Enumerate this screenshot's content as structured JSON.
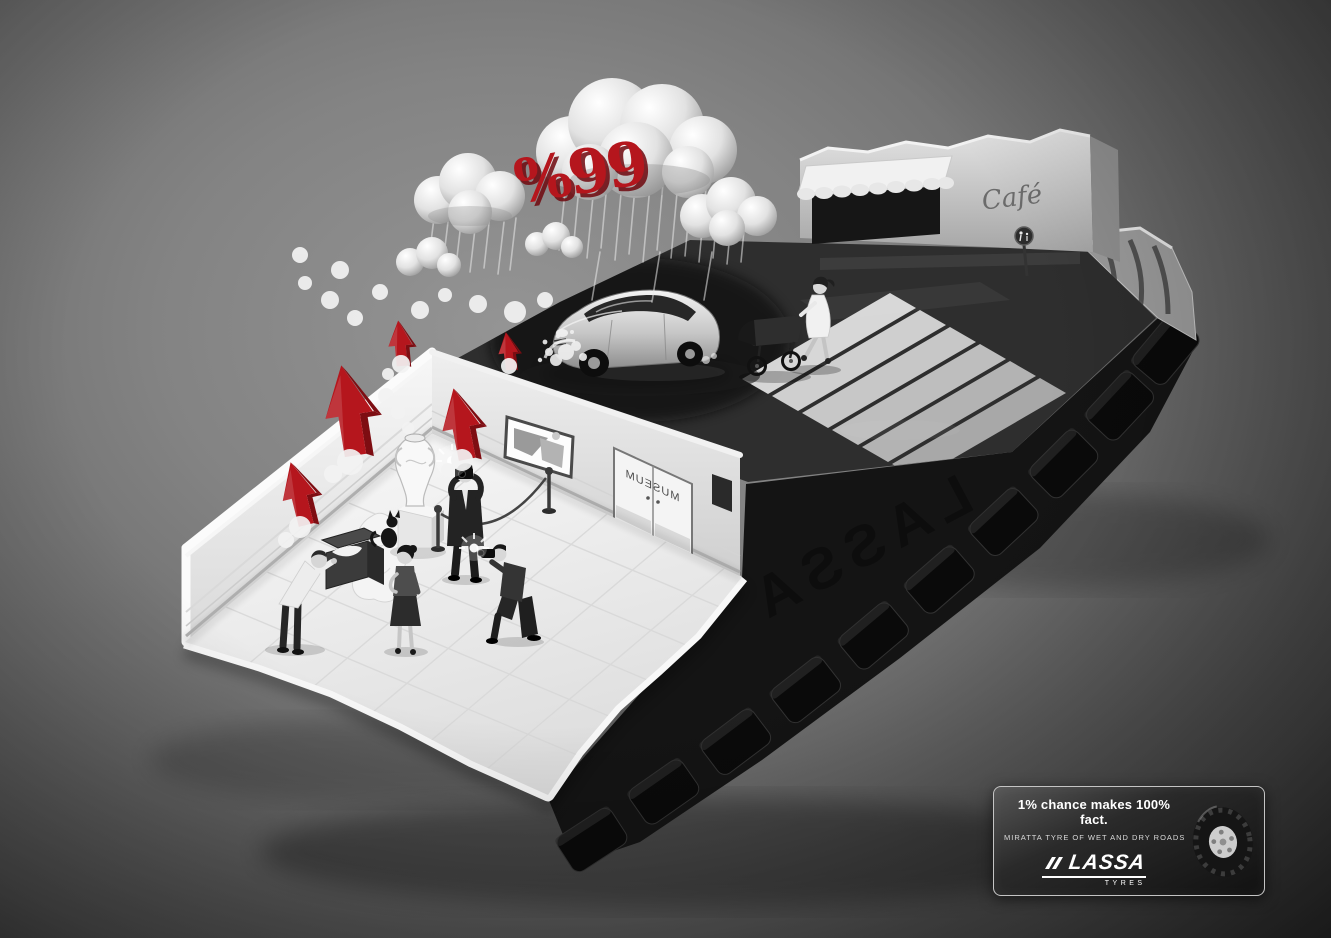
{
  "scene": {
    "percent_label": "%99",
    "cafe": {
      "sign": "Café"
    },
    "museum": {
      "door_label": "MUSEUM"
    },
    "tire": {
      "emboss": "LASSA"
    },
    "colors": {
      "accent_red": "#b5161d",
      "background_light": "#949494",
      "background_dark": "#383838"
    }
  },
  "badge": {
    "headline": "1% chance makes 100% fact.",
    "subline": "MIRATTA TYRE OF WET AND DRY ROADS",
    "brand": "LASSA",
    "brand_sub": "TYRES"
  }
}
